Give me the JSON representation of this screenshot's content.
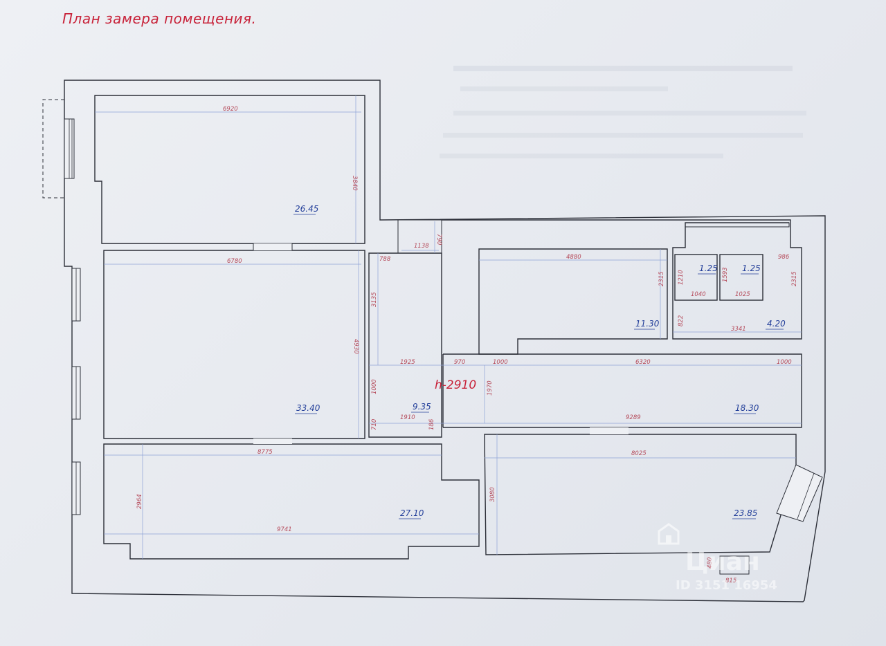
{
  "title": "План замера помещения.",
  "ceiling_height": "h-2910",
  "areas": {
    "room_top_left": "26.45",
    "room_mid_left": "33.40",
    "corridor_small": "9.35",
    "room_top_right": "11.30",
    "bath_a": "1.25",
    "bath_b": "1.25",
    "storage": "4.20",
    "hallway": "18.30",
    "room_bottom_left": "27.10",
    "room_bottom_right": "23.85"
  },
  "dimensions": {
    "d6920": "6920",
    "d3840": "3840",
    "d6780": "6780",
    "d4930": "4930",
    "d1138": "1138",
    "d790": "790",
    "d788": "788",
    "d3135": "3135",
    "d1925": "1925",
    "d970": "970",
    "d1000a": "1000",
    "d6320": "6320",
    "d1000b": "1000",
    "d1000c": "1000",
    "d1970": "1970",
    "d710": "710",
    "d1910": "1910",
    "d186": "186",
    "d9289": "9289",
    "d4880": "4880",
    "d2315a": "2315",
    "d1210": "1210",
    "d1593": "1593",
    "d986": "986",
    "d1040": "1040",
    "d1025": "1025",
    "d2315b": "2315",
    "d822": "822",
    "d3341": "3341",
    "d8775": "8775",
    "d2964": "2964",
    "d9741": "9741",
    "d8025": "8025",
    "d3080": "3080",
    "d480": "480",
    "d815": "815"
  },
  "watermark": {
    "logo": "Циан",
    "id": "ID 3151 16954"
  },
  "colors": {
    "title": "#c8233a",
    "walls": "#2c2f38",
    "dimension_lines": "#8ea2d6",
    "dimension_text": "#b54a5a",
    "area_text": "#233f9a"
  }
}
